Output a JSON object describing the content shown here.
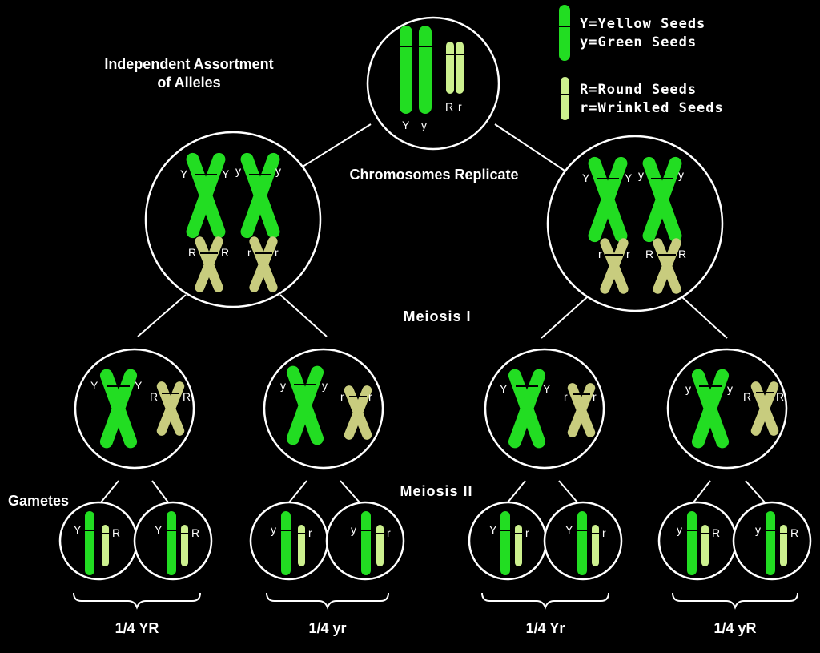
{
  "title_line1": "Independent Assortment",
  "title_line2": "of Alleles",
  "legend": {
    "yellow_upper": "Y=Yellow Seeds",
    "yellow_lower": "y=Green Seeds",
    "round_upper": "R=Round Seeds",
    "round_lower": "r=Wrinkled Seeds"
  },
  "stage_labels": {
    "replicate": "Chromosomes Replicate",
    "meiosis_1": "Meiosis I",
    "meiosis_2": "Meiosis II",
    "gametes": "Gametes"
  },
  "parent_cell": {
    "alleles": [
      "Y",
      "y",
      "R",
      "r"
    ]
  },
  "replicated_cells": [
    {
      "big": [
        "Y",
        "Y",
        "y",
        "y"
      ],
      "small": [
        "R",
        "R",
        "r",
        "r"
      ]
    },
    {
      "big": [
        "Y",
        "Y",
        "y",
        "y"
      ],
      "small": [
        "r",
        "r",
        "R",
        "R"
      ]
    }
  ],
  "meiosis1_cells": [
    {
      "big": [
        "Y",
        "Y"
      ],
      "small": [
        "R",
        "R"
      ]
    },
    {
      "big": [
        "y",
        "y"
      ],
      "small": [
        "r",
        "r"
      ]
    },
    {
      "big": [
        "Y",
        "Y"
      ],
      "small": [
        "r",
        "r"
      ]
    },
    {
      "big": [
        "y",
        "y"
      ],
      "small": [
        "R",
        "R"
      ]
    }
  ],
  "gametes": [
    {
      "big": "Y",
      "small": "R"
    },
    {
      "big": "Y",
      "small": "R"
    },
    {
      "big": "y",
      "small": "r"
    },
    {
      "big": "y",
      "small": "r"
    },
    {
      "big": "Y",
      "small": "r"
    },
    {
      "big": "Y",
      "small": "r"
    },
    {
      "big": "y",
      "small": "R"
    },
    {
      "big": "y",
      "small": "R"
    }
  ],
  "ratios": [
    "1/4 YR",
    "1/4 yr",
    "1/4 Yr",
    "1/4 yR"
  ],
  "colors": {
    "background": "#000000",
    "big_chromosome": "#22dd22",
    "small_chromosome": "#c8cc7e",
    "gamete_small_chromosome": "#ccf08e",
    "line": "#ffffff"
  }
}
